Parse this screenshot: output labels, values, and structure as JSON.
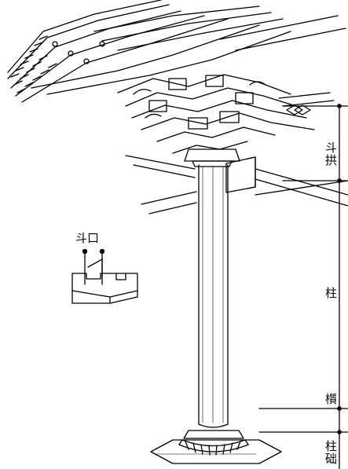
{
  "labels": {
    "dougong": "斗拱",
    "zhu": "柱",
    "zhi": "櫍",
    "zhuchu": "柱础",
    "doukou": "斗口"
  },
  "colors": {
    "ink": "#000000",
    "paper": "#ffffff"
  }
}
